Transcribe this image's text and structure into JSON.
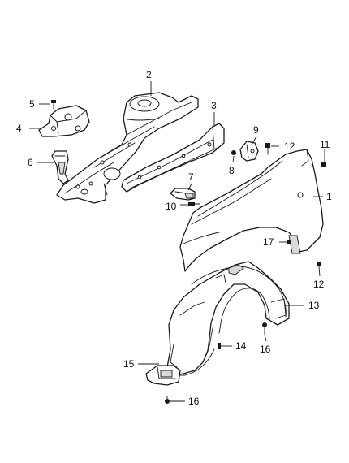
{
  "callouts": {
    "c1": "1",
    "c2": "2",
    "c3": "3",
    "c4": "4",
    "c5": "5",
    "c6": "6",
    "c7": "7",
    "c8": "8",
    "c9": "9",
    "c10": "10",
    "c11": "11",
    "c12a": "12",
    "c12b": "12",
    "c13": "13",
    "c14": "14",
    "c15": "15",
    "c16a": "16",
    "c16b": "16",
    "c17": "17"
  }
}
